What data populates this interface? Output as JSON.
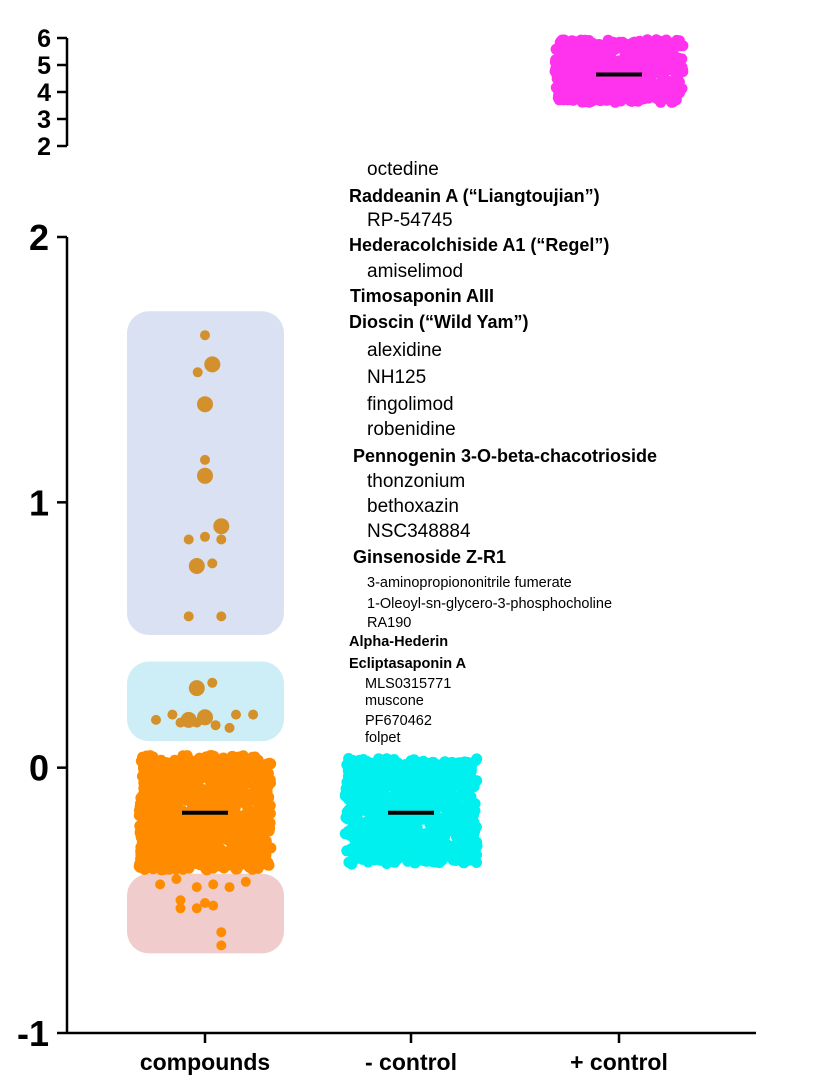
{
  "chart_data": {
    "type": "scatter",
    "categories": [
      "compounds",
      "- control",
      "+ control"
    ],
    "upper_axis": {
      "ticks": [
        "6",
        "5",
        "4",
        "3",
        "2"
      ],
      "range": [
        2,
        6
      ]
    },
    "lower_axis": {
      "ticks": [
        "2",
        "1",
        "0",
        "-1"
      ],
      "range": [
        -1,
        2
      ]
    },
    "colors": {
      "compounds": "#ff8c00",
      "compounds_hits": "#d4902a",
      "negative_control": "#00f0f0",
      "positive_control": "#ff33ee",
      "median": "#000000",
      "band_strong": "#d9e1f2",
      "band_weak": "#cdeef6",
      "band_negative": "#f1cccc"
    },
    "bands": [
      {
        "name": "strong-hits",
        "y_range": [
          0.5,
          1.72
        ],
        "color": "#d9e1f2"
      },
      {
        "name": "weak-hits",
        "y_range": [
          0.1,
          0.4
        ],
        "color": "#cdeef6"
      },
      {
        "name": "negative-hits",
        "y_range": [
          -0.7,
          -0.4
        ],
        "color": "#f1cccc"
      }
    ],
    "series": [
      {
        "name": "compounds",
        "median": -0.17,
        "bulk_range": [
          -0.37,
          0.03
        ],
        "strong_hits": [
          {
            "x": 0.0,
            "y": 1.63,
            "big": false
          },
          {
            "x": 0.09,
            "y": 1.52,
            "big": true
          },
          {
            "x": -0.09,
            "y": 1.49,
            "big": false
          },
          {
            "x": 0.0,
            "y": 1.37,
            "big": true
          },
          {
            "x": 0.0,
            "y": 1.16,
            "big": false
          },
          {
            "x": 0.0,
            "y": 1.1,
            "big": true
          },
          {
            "x": 0.2,
            "y": 0.91,
            "big": true
          },
          {
            "x": -0.2,
            "y": 0.86,
            "big": false
          },
          {
            "x": 0.0,
            "y": 0.87,
            "big": false
          },
          {
            "x": 0.2,
            "y": 0.86,
            "big": false
          },
          {
            "x": -0.1,
            "y": 0.76,
            "big": true
          },
          {
            "x": 0.09,
            "y": 0.77,
            "big": false
          },
          {
            "x": -0.2,
            "y": 0.57,
            "big": false
          },
          {
            "x": 0.2,
            "y": 0.57,
            "big": false
          }
        ],
        "weak_hits": [
          {
            "x": -0.1,
            "y": 0.3,
            "big": true
          },
          {
            "x": 0.09,
            "y": 0.32,
            "big": false
          },
          {
            "x": -0.6,
            "y": 0.18,
            "big": false
          },
          {
            "x": -0.4,
            "y": 0.2,
            "big": false
          },
          {
            "x": -0.3,
            "y": 0.17,
            "big": false
          },
          {
            "x": -0.2,
            "y": 0.18,
            "big": true
          },
          {
            "x": -0.1,
            "y": 0.17,
            "big": false
          },
          {
            "x": 0.0,
            "y": 0.19,
            "big": true
          },
          {
            "x": 0.13,
            "y": 0.16,
            "big": false
          },
          {
            "x": 0.3,
            "y": 0.15,
            "big": false
          },
          {
            "x": 0.38,
            "y": 0.2,
            "big": false
          },
          {
            "x": 0.59,
            "y": 0.2,
            "big": false
          }
        ],
        "negative_hits": [
          {
            "x": -0.55,
            "y": -0.44,
            "big": false
          },
          {
            "x": -0.35,
            "y": -0.42,
            "big": false
          },
          {
            "x": -0.1,
            "y": -0.45,
            "big": false
          },
          {
            "x": 0.1,
            "y": -0.44,
            "big": false
          },
          {
            "x": 0.3,
            "y": -0.45,
            "big": false
          },
          {
            "x": 0.5,
            "y": -0.43,
            "big": false
          },
          {
            "x": -0.3,
            "y": -0.5,
            "big": false
          },
          {
            "x": 0.0,
            "y": -0.51,
            "big": false
          },
          {
            "x": -0.3,
            "y": -0.53,
            "big": false
          },
          {
            "x": -0.1,
            "y": -0.53,
            "big": false
          },
          {
            "x": 0.1,
            "y": -0.52,
            "big": false
          },
          {
            "x": 0.2,
            "y": -0.62,
            "big": false
          },
          {
            "x": 0.2,
            "y": -0.67,
            "big": false
          }
        ]
      },
      {
        "name": "- control",
        "median": -0.17,
        "bulk_range": [
          -0.35,
          0.02
        ]
      },
      {
        "name": "+ control",
        "median": 4.65,
        "bulk_range": [
          3.7,
          5.85
        ]
      }
    ],
    "annotations": [
      {
        "text": "octedine",
        "bold": false,
        "size": "large"
      },
      {
        "text": "Raddeanin A (“Liangtoujian”)",
        "bold": true,
        "size": "large"
      },
      {
        "text": "RP-54745",
        "bold": false,
        "size": "large"
      },
      {
        "text": "Hederacolchiside A1 (“Regel”)",
        "bold": true,
        "size": "large"
      },
      {
        "text": "amiselimod",
        "bold": false,
        "size": "large"
      },
      {
        "text": "Timosaponin AIII",
        "bold": true,
        "size": "large"
      },
      {
        "text": "Dioscin (“Wild Yam”)",
        "bold": true,
        "size": "large"
      },
      {
        "text": "alexidine",
        "bold": false,
        "size": "large"
      },
      {
        "text": "NH125",
        "bold": false,
        "size": "large"
      },
      {
        "text": "fingolimod",
        "bold": false,
        "size": "large"
      },
      {
        "text": "robenidine",
        "bold": false,
        "size": "large"
      },
      {
        "text": "Pennogenin 3-O-beta-chacotrioside",
        "bold": true,
        "size": "large"
      },
      {
        "text": "thonzonium",
        "bold": false,
        "size": "large"
      },
      {
        "text": "bethoxazin",
        "bold": false,
        "size": "large"
      },
      {
        "text": "NSC348884",
        "bold": false,
        "size": "large"
      },
      {
        "text": "Ginsenoside Z-R1",
        "bold": true,
        "size": "large"
      },
      {
        "text": "3-aminopropiononitrile fumerate",
        "bold": false,
        "size": "small"
      },
      {
        "text": "1-Oleoyl-sn-glycero-3-phosphocholine",
        "bold": false,
        "size": "small"
      },
      {
        "text": "RA190",
        "bold": false,
        "size": "small"
      },
      {
        "text": "Alpha-Hederin",
        "bold": true,
        "size": "small"
      },
      {
        "text": "Ecliptasaponin A",
        "bold": true,
        "size": "small"
      },
      {
        "text": "MLS0315771",
        "bold": false,
        "size": "small"
      },
      {
        "text": "muscone",
        "bold": false,
        "size": "small"
      },
      {
        "text": "PF670462",
        "bold": false,
        "size": "small"
      },
      {
        "text": "folpet",
        "bold": false,
        "size": "small"
      }
    ],
    "title": "",
    "xlabel": "",
    "ylabel": ""
  }
}
